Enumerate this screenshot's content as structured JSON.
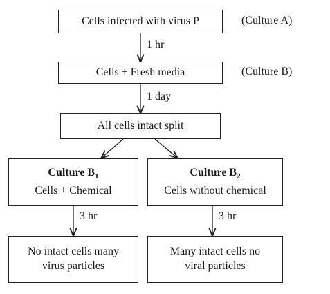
{
  "diagram": {
    "box_a": "Cells infected with virus P",
    "label_a": "(Culture A)",
    "arrow_1": "1 hr",
    "box_b": "Cells + Fresh media",
    "label_b": "(Culture B)",
    "arrow_2": "1 day",
    "box_split": "All cells intact split",
    "b1": {
      "title_main": "Culture B",
      "title_sub": "1",
      "text": "Cells + Chemical",
      "arrow": "3 hr",
      "result_line1": "No intact cells many",
      "result_line2": "virus particles"
    },
    "b2": {
      "title_main": "Culture B",
      "title_sub": "2",
      "text": "Cells without chemical",
      "arrow": "3 hr",
      "result_line1": "Many intact cells no",
      "result_line2": "viral particles"
    }
  }
}
